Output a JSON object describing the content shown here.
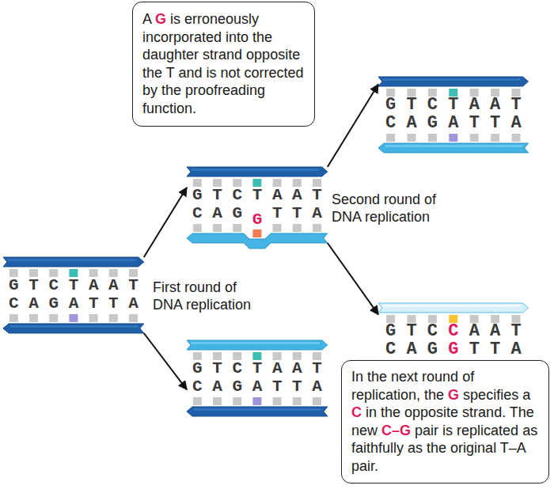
{
  "diagram": {
    "nodes": [
      {
        "text": [
          "A G is erroneously incorporated into the daughter strand opposite the T and is not corrected by the proofreading function."
        ]
      },
      {
        "text": [
          "G T C T A A T",
          "C A G A T T A"
        ]
      },
      {
        "text": [
          "G T C T A A T",
          "C A G G T T A"
        ]
      },
      {
        "text": [
          "G T C T A A T",
          "C A G A T T A"
        ]
      },
      {
        "text": [
          "G T C C A A T",
          "C A G G T T A"
        ]
      },
      {
        "text": [
          "G T C T A A T",
          "C A G A T T A"
        ]
      },
      {
        "text": [
          "In the next round of replication, the G specifies a C in the opposite strand. The new C–G pair is replicated as faithfully as the original T–A pair."
        ]
      }
    ],
    "edges": [
      {
        "from": 1,
        "to": 2,
        "arrow": "to"
      },
      {
        "from": 1,
        "to": 5,
        "arrow": "to"
      },
      {
        "from": 2,
        "to": 3,
        "arrow": "to"
      },
      {
        "from": 2,
        "to": 4,
        "arrow": "to"
      }
    ],
    "labels": [
      "First round of DNA replication",
      "Second round of DNA replication"
    ]
  }
}
